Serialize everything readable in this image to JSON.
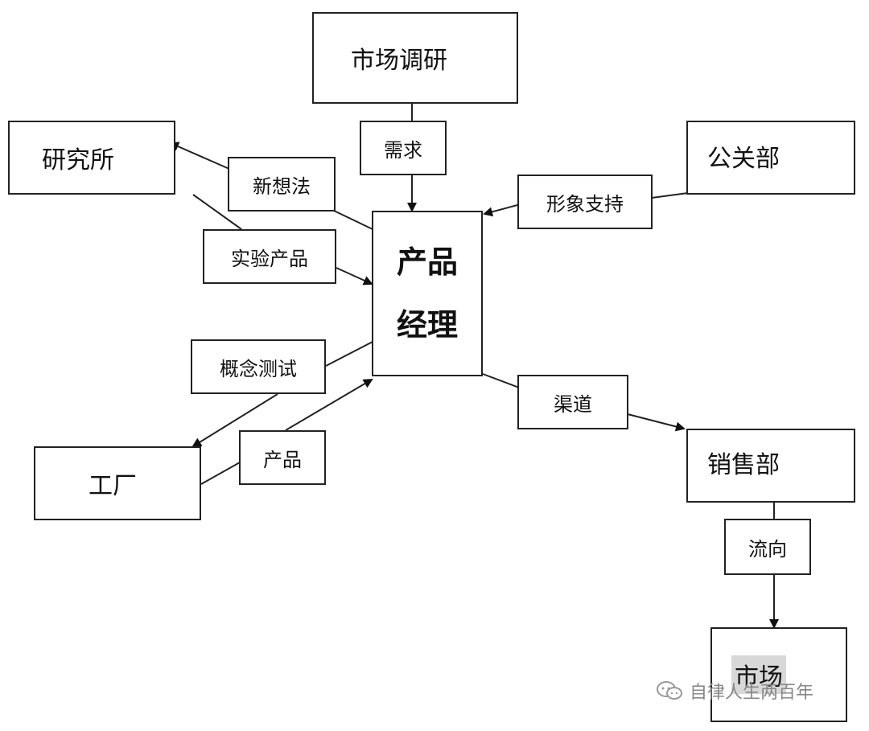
{
  "nodes": {
    "market_research": "市场调研",
    "research_institute": "研究所",
    "pr_department": "公关部",
    "product_manager": [
      "产品",
      "经理"
    ],
    "factory": "工厂",
    "sales_department": "销售部",
    "market": "市场"
  },
  "labels": {
    "demand": "需求",
    "new_ideas": "新想法",
    "image_support": "形象支持",
    "experimental_product": "实验产品",
    "concept_test": "概念测试",
    "channel": "渠道",
    "product": "产品",
    "flow": "流向"
  },
  "watermark": "自律人生两百年"
}
